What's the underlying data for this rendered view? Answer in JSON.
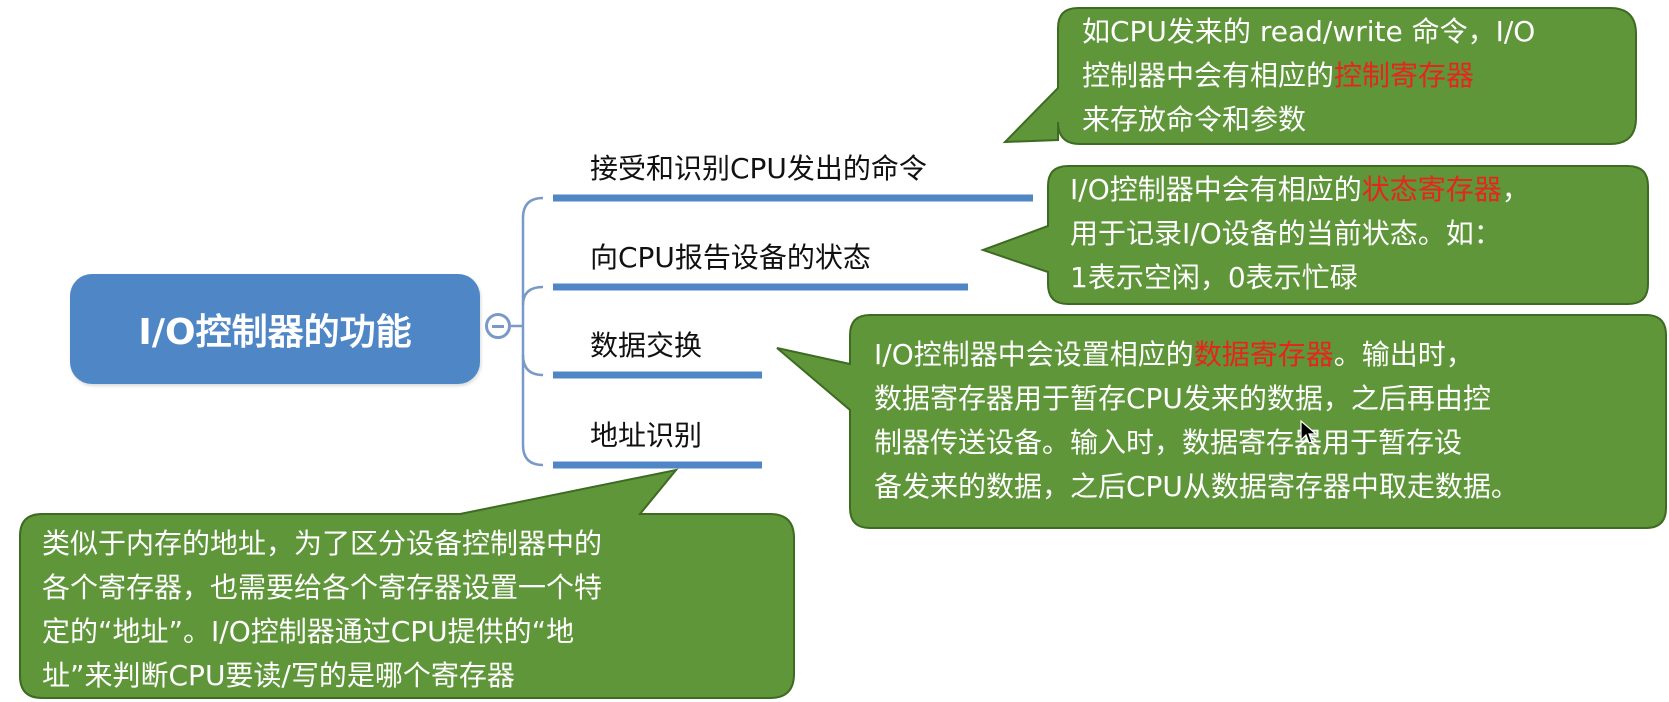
{
  "root": {
    "title": "I/O控制器的功能"
  },
  "branches": [
    {
      "label": "接受和识别CPU发出的命令"
    },
    {
      "label": "向CPU报告设备的状态"
    },
    {
      "label": "数据交换"
    },
    {
      "label": "地址识别"
    }
  ],
  "callouts": {
    "command": {
      "lines": [
        [
          "如CPU发来的 read/write 命令，I/O"
        ],
        [
          "控制器中会有相应的",
          "控制寄存器"
        ],
        [
          "来存放命令和参数"
        ]
      ]
    },
    "status": {
      "lines": [
        [
          "I/O控制器中会有相应的",
          "状态寄存器",
          "，"
        ],
        [
          "用于记录I/O设备的当前状态。如："
        ],
        [
          "1表示空闲，0表示忙碌"
        ]
      ]
    },
    "data": {
      "lines": [
        [
          "I/O控制器中会设置相应的",
          "数据寄存器",
          "。输出时，"
        ],
        [
          "数据寄存器用于暂存CPU发来的数据，之后再由控"
        ],
        [
          "制器传送设备。输入时，数据寄存器用于暂存设"
        ],
        [
          "备发来的数据，之后CPU从数据寄存器中取走数据。"
        ]
      ]
    },
    "address": {
      "lines": [
        [
          "类似于内存的地址，为了区分设备控制器中的"
        ],
        [
          "各个寄存器，也需要给各个寄存器设置一个特"
        ],
        [
          "定的“地址”。I/O控制器通过CPU提供的“地"
        ],
        [
          "址”来判断CPU要读/写的是哪个寄存器"
        ]
      ]
    }
  },
  "colors": {
    "root_fill": "#4f86c6",
    "branch_line": "#4f86c6",
    "callout_fill": "#5f963a",
    "callout_border": "#3d6b22",
    "highlight": "#e8251c"
  }
}
